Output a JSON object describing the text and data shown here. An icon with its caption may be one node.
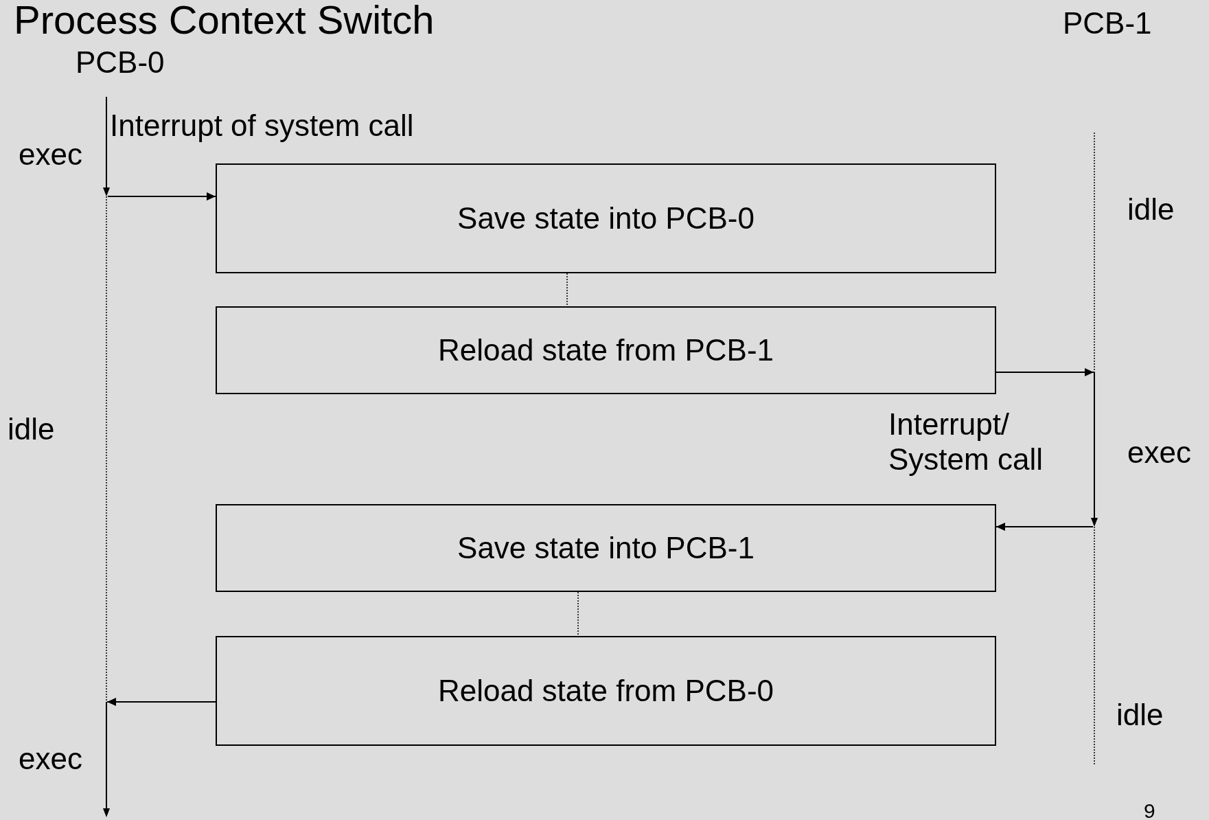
{
  "diagram": {
    "title": "Process Context Switch",
    "nodes": [
      {
        "text": [],
        "shape": "line",
        "beside": [
          "PCB-0"
        ]
      },
      {
        "text": [],
        "shape": "line",
        "beside": [
          "PCB-1"
        ]
      },
      {
        "text": [
          "Save state into PCB-0"
        ]
      },
      {
        "text": [
          "Reload state from PCB-1"
        ]
      },
      {
        "text": [
          "Save state into PCB-1"
        ]
      },
      {
        "text": [
          "Reload state from PCB-0"
        ]
      }
    ],
    "edges": [
      {
        "from": 0,
        "to": 2,
        "arrow": "to"
      },
      {
        "from": 2,
        "to": 3,
        "arrow": "none",
        "style": "dashed"
      },
      {
        "from": 3,
        "to": 1,
        "arrow": "to"
      },
      {
        "from": 1,
        "to": 4,
        "arrow": "to"
      },
      {
        "from": 4,
        "to": 5,
        "arrow": "none",
        "style": "dashed"
      },
      {
        "from": 5,
        "to": 0,
        "arrow": "to"
      }
    ],
    "labels": [
      "Interrupt of system call",
      "exec",
      "idle",
      "idle",
      "Interrupt/ System call",
      "exec",
      "idle",
      "exec",
      "9"
    ]
  }
}
